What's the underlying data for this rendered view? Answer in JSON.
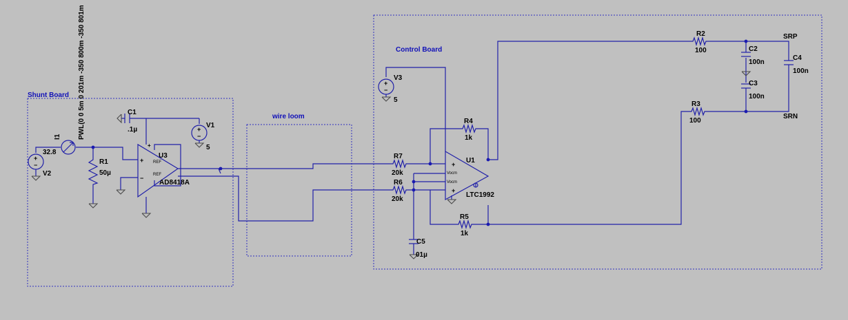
{
  "boards": {
    "shunt": "Shunt Board",
    "loom": "wire loom",
    "control": "Control Board"
  },
  "components": {
    "I1": {
      "ref": "I1",
      "value": "PWL(0 0 5m 0 201m -350 800m -350 801m"
    },
    "V2": {
      "ref": "V2",
      "value": "32.8"
    },
    "R1": {
      "ref": "R1",
      "value": "50µ"
    },
    "C1": {
      "ref": "C1",
      "value": ".1µ"
    },
    "V1": {
      "ref": "V1",
      "value": "5"
    },
    "U3": {
      "ref": "U3",
      "value": "AD8418A",
      "pin_a": "REF",
      "pin_b": "REF"
    },
    "V3": {
      "ref": "V3",
      "value": "5"
    },
    "R7": {
      "ref": "R7",
      "value": "20k"
    },
    "R6": {
      "ref": "R6",
      "value": "20k"
    },
    "R4": {
      "ref": "R4",
      "value": "1k"
    },
    "R5": {
      "ref": "R5",
      "value": "1k"
    },
    "U1": {
      "ref": "U1",
      "value": "LTC1992",
      "pin_a": "Vocm",
      "pin_b": "Vocm"
    },
    "C5": {
      "ref": "C5",
      "value": "01µ"
    },
    "R2": {
      "ref": "R2",
      "value": "100"
    },
    "R3": {
      "ref": "R3",
      "value": "100"
    },
    "C2": {
      "ref": "C2",
      "value": "100n"
    },
    "C3": {
      "ref": "C3",
      "value": "100n"
    },
    "C4": {
      "ref": "C4",
      "value": "100n"
    }
  },
  "nets": {
    "srp": "SRP",
    "srn": "SRN"
  },
  "colors": {
    "background": "#c0c0c0",
    "wire": "#2020a8",
    "junction": "#1a1ab0",
    "board_label": "#1010b8"
  }
}
